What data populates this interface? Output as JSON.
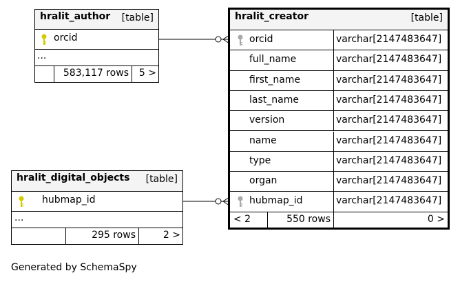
{
  "tables": {
    "author": {
      "name": "hralit_author",
      "kind": "[table]",
      "columns": [
        {
          "name": "orcid",
          "key": "primary"
        }
      ],
      "ellipsis": "...",
      "rows": "583,117 rows",
      "children": "5 >"
    },
    "digital_objects": {
      "name": "hralit_digital_objects",
      "kind": "[table]",
      "columns": [
        {
          "name": "hubmap_id",
          "key": "primary"
        }
      ],
      "ellipsis": "...",
      "rows": "295 rows",
      "children": "2 >"
    },
    "creator": {
      "name": "hralit_creator",
      "kind": "[table]",
      "columns": [
        {
          "name": "orcid",
          "type": "varchar[2147483647]",
          "key": "foreign"
        },
        {
          "name": "full_name",
          "type": "varchar[2147483647]"
        },
        {
          "name": "first_name",
          "type": "varchar[2147483647]"
        },
        {
          "name": "last_name",
          "type": "varchar[2147483647]"
        },
        {
          "name": "version",
          "type": "varchar[2147483647]"
        },
        {
          "name": "name",
          "type": "varchar[2147483647]"
        },
        {
          "name": "type",
          "type": "varchar[2147483647]"
        },
        {
          "name": "organ",
          "type": "varchar[2147483647]"
        },
        {
          "name": "hubmap_id",
          "type": "varchar[2147483647]",
          "key": "foreign"
        }
      ],
      "parents": "< 2",
      "rows": "550 rows",
      "children": "0 >"
    }
  },
  "key_colors": {
    "primary": "#d4cc00",
    "foreign": "#a8a8a8"
  },
  "caption": "Generated by SchemaSpy"
}
